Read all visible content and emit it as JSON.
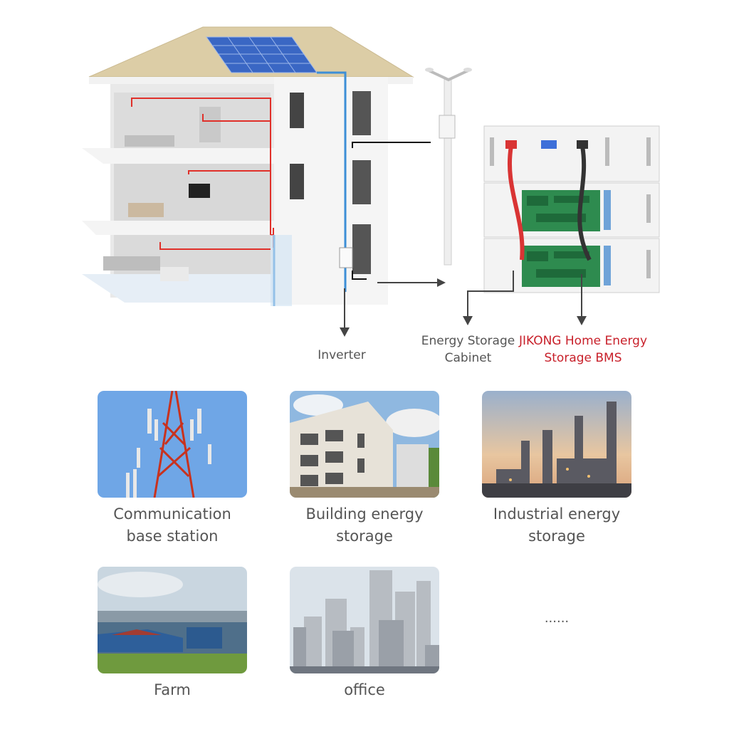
{
  "diagram": {
    "inverter_label": "Inverter",
    "cabinet_label_line1": "Energy Storage",
    "cabinet_label_line2": "Cabinet",
    "bms_label_line1": "JIKONG Home Energy",
    "bms_label_line2": "Storage BMS",
    "bms_color": "#c8202a"
  },
  "applications": [
    {
      "line1": "Communication",
      "line2": "base station"
    },
    {
      "line1": "Building energy",
      "line2": "storage"
    },
    {
      "line1": "Industrial energy",
      "line2": "storage"
    },
    {
      "line1": "Farm",
      "line2": ""
    },
    {
      "line1": "office",
      "line2": ""
    },
    {
      "line1": "......",
      "line2": ""
    }
  ]
}
